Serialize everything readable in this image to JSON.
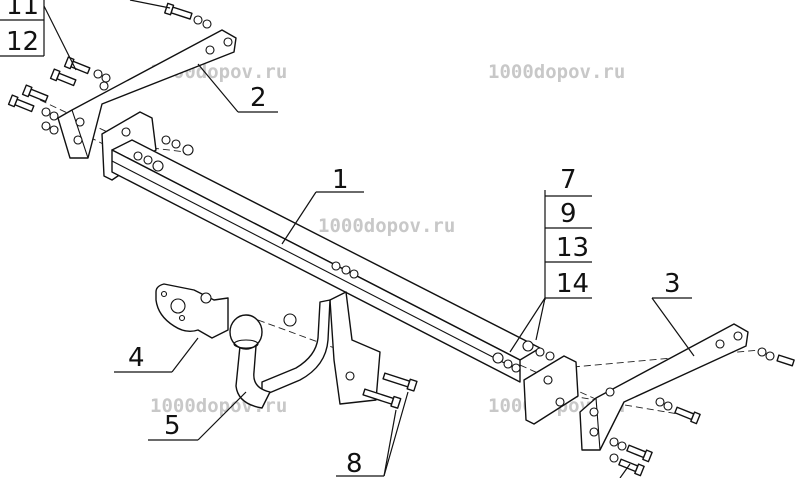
{
  "watermark": "1000dopov.ru",
  "callouts": {
    "p1": "1",
    "p2": "2",
    "p3": "3",
    "p4": "4",
    "p5": "5",
    "p7": "7",
    "p8": "8",
    "p9": "9",
    "p11": "11",
    "p12": "12",
    "p13": "13",
    "p14": "14"
  }
}
